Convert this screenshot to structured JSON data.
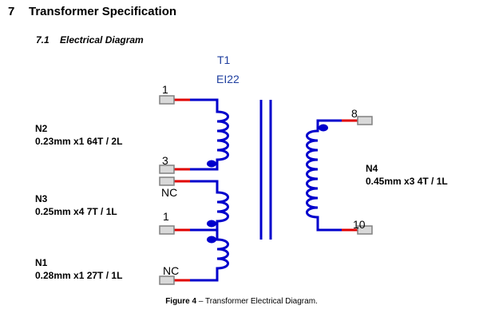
{
  "section": {
    "number": "7",
    "title": "Transformer Specification"
  },
  "subsection": {
    "number": "7.1",
    "title": "Electrical Diagram"
  },
  "diagram": {
    "designator": "T1",
    "core": "EI22",
    "pins": {
      "p1_top": "1",
      "p3": "3",
      "nc_mid": "NC",
      "p1_mid": "1",
      "nc_bot": "NC",
      "p8": "8",
      "p10": "10"
    },
    "windings": {
      "n2": {
        "name": "N2",
        "spec": "0.23mm x1  64T / 2L"
      },
      "n3": {
        "name": "N3",
        "spec": "0.25mm x4  7T / 1L"
      },
      "n1": {
        "name": "N1",
        "spec": "0.28mm x1  27T / 1L"
      },
      "n4": {
        "name": "N4",
        "spec": "0.45mm x3  4T / 1L"
      }
    },
    "colors": {
      "winding": "#0000cc",
      "lead": "#e00000",
      "pin_fill": "#d9d9d9",
      "pin_stroke": "#808080",
      "label_blue": "#1f3f9f"
    }
  },
  "caption": {
    "label": "Figure 4",
    "text": " – Transformer Electrical Diagram."
  }
}
